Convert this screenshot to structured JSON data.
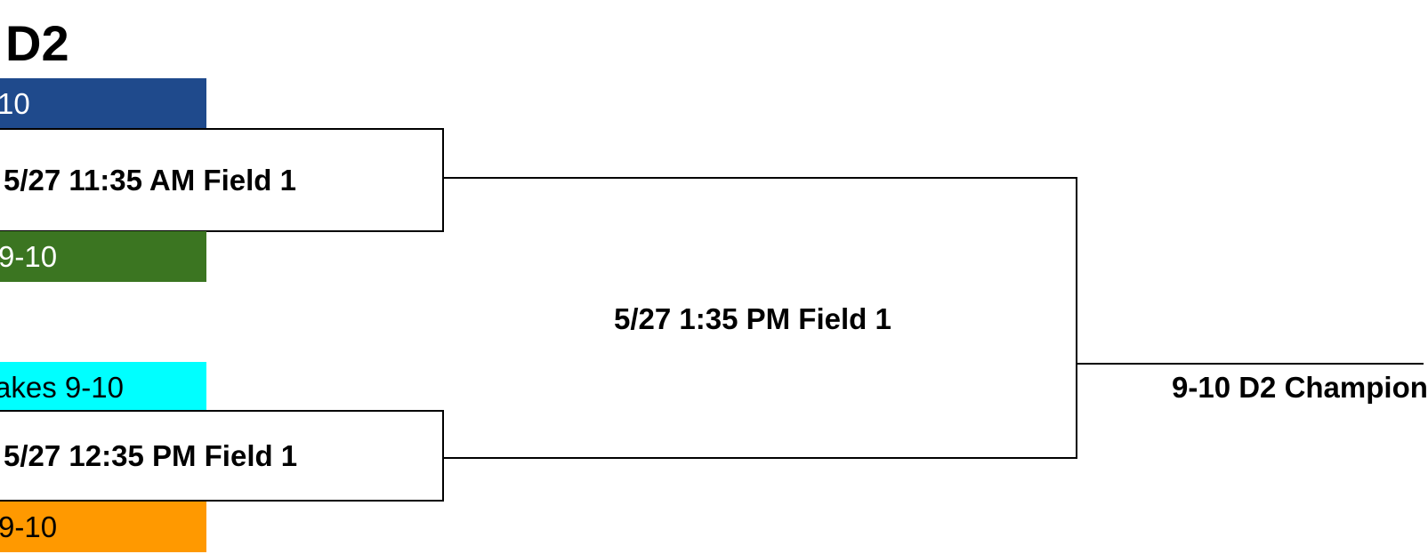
{
  "bracket": {
    "title": "D2",
    "teams": [
      {
        "label": "-10",
        "color": "#1f4a8c"
      },
      {
        "label": "9-10",
        "color": "#3b7521"
      },
      {
        "label": "akes 9-10",
        "color": "#00ffff"
      },
      {
        "label": "9-10",
        "color": "#ff9900"
      }
    ],
    "games": {
      "game1": "5/27 11:35 AM Field 1",
      "game2": "5/27 12:35 PM Field 1",
      "final": "5/27 1:35 PM Field 1"
    },
    "champion_label": "9-10 D2 Champion"
  }
}
